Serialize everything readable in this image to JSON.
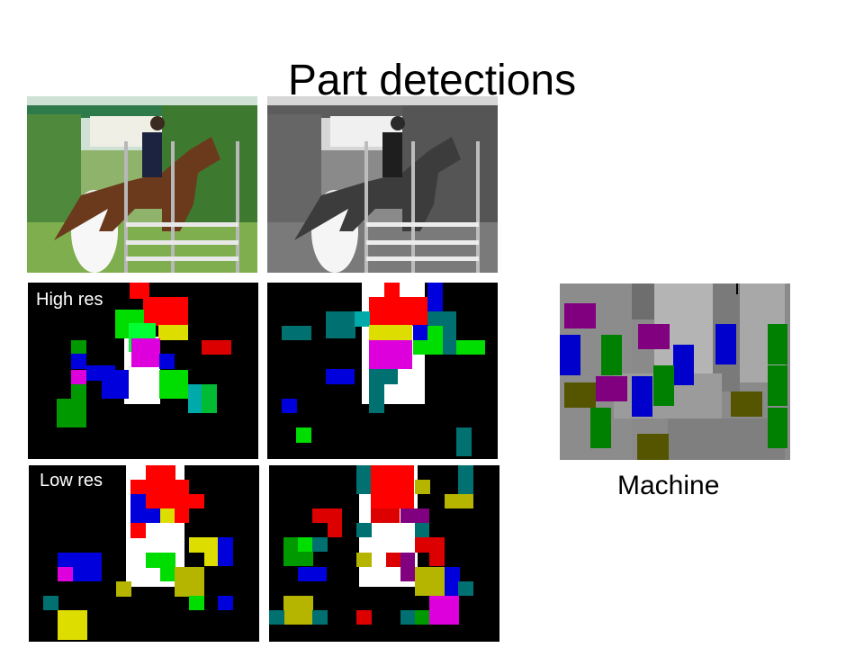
{
  "slide": {
    "title": "Part detections",
    "high_res_label": "High res",
    "low_res_label": "Low res",
    "machine_label": "Machine"
  },
  "images": {
    "color_photo": "photo-horse-rider-jumping-color",
    "gray_photo": "photo-horse-rider-jumping-grayscale",
    "machine_map": "machine-part-detection-map"
  },
  "part_colors": {
    "red": "#ff0000",
    "green": "#00dd00",
    "dark_green": "#009900",
    "blue": "#0000dd",
    "magenta": "#dd00dd",
    "yellow": "#dddd00",
    "olive": "#b5b500",
    "teal": "#007070",
    "purple": "#800080",
    "white": "#ffffff"
  }
}
